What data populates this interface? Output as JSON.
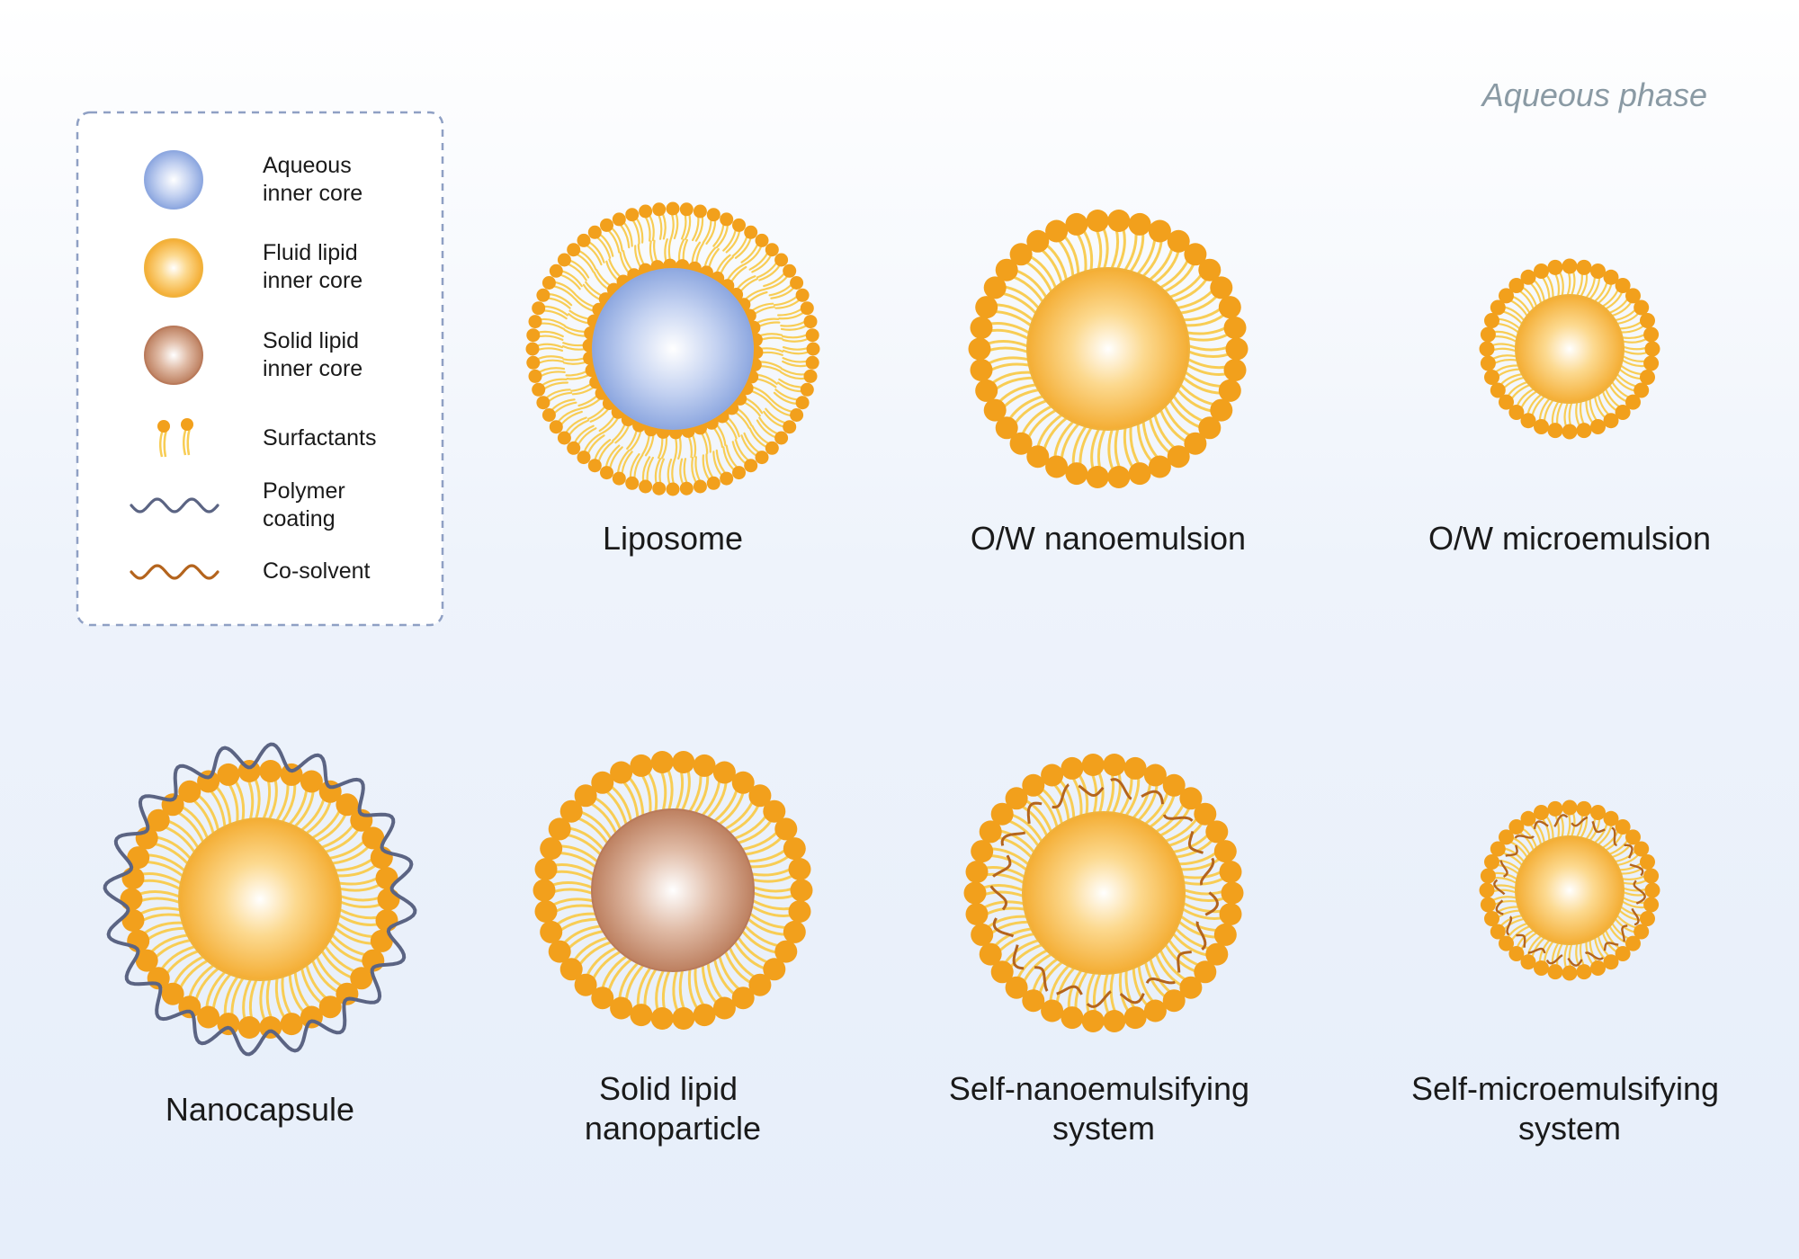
{
  "phase_label": "Aqueous phase",
  "legend": {
    "items": [
      {
        "key": "aqueous",
        "lines": [
          "Aqueous",
          "inner core"
        ],
        "icon": "aqueous-core-icon"
      },
      {
        "key": "fluid",
        "lines": [
          "Fluid lipid",
          "inner core"
        ],
        "icon": "fluid-core-icon"
      },
      {
        "key": "solid",
        "lines": [
          "Solid lipid",
          "inner core"
        ],
        "icon": "solid-core-icon"
      },
      {
        "key": "surfactant",
        "lines": [
          "Surfactants"
        ],
        "icon": "surfactant-icon"
      },
      {
        "key": "polymer",
        "lines": [
          "Polymer",
          "coating"
        ],
        "icon": "polymer-coating-icon"
      },
      {
        "key": "cosolvent",
        "lines": [
          "Co-solvent"
        ],
        "icon": "co-solvent-icon"
      }
    ]
  },
  "structures": [
    {
      "id": "liposome",
      "lines": [
        "Liposome"
      ],
      "core": "aqueous",
      "bilayer": true
    },
    {
      "id": "ow-nanoemulsion",
      "lines": [
        "O/W nanoemulsion"
      ],
      "core": "fluid"
    },
    {
      "id": "ow-microemulsion",
      "lines": [
        "O/W microemulsion"
      ],
      "core": "fluid"
    },
    {
      "id": "nanocapsule",
      "lines": [
        "Nanocapsule"
      ],
      "core": "fluid",
      "polymer": true
    },
    {
      "id": "solid-lipid-nanoparticle",
      "lines": [
        "Solid lipid",
        "nanoparticle"
      ],
      "core": "solid"
    },
    {
      "id": "snedds",
      "lines": [
        "Self-nanoemulsifying",
        "system"
      ],
      "core": "fluid",
      "cosolvent": true
    },
    {
      "id": "smedds",
      "lines": [
        "Self-microemulsifying",
        "system"
      ],
      "core": "fluid",
      "cosolvent": true
    }
  ],
  "colors": {
    "surfactant_head": "#f2a01c",
    "surfactant_tail": "#f8cd55",
    "polymer": "#5b6483",
    "cosolvent": "#b4641d",
    "aqueous_core": "#9db4e4",
    "fluid_core": "#f6b43c",
    "solid_core": "#c48a6c",
    "legend_border": "#8fa0c4",
    "label_text": "#1a1a1a",
    "phase_text": "#8a9aa4"
  }
}
